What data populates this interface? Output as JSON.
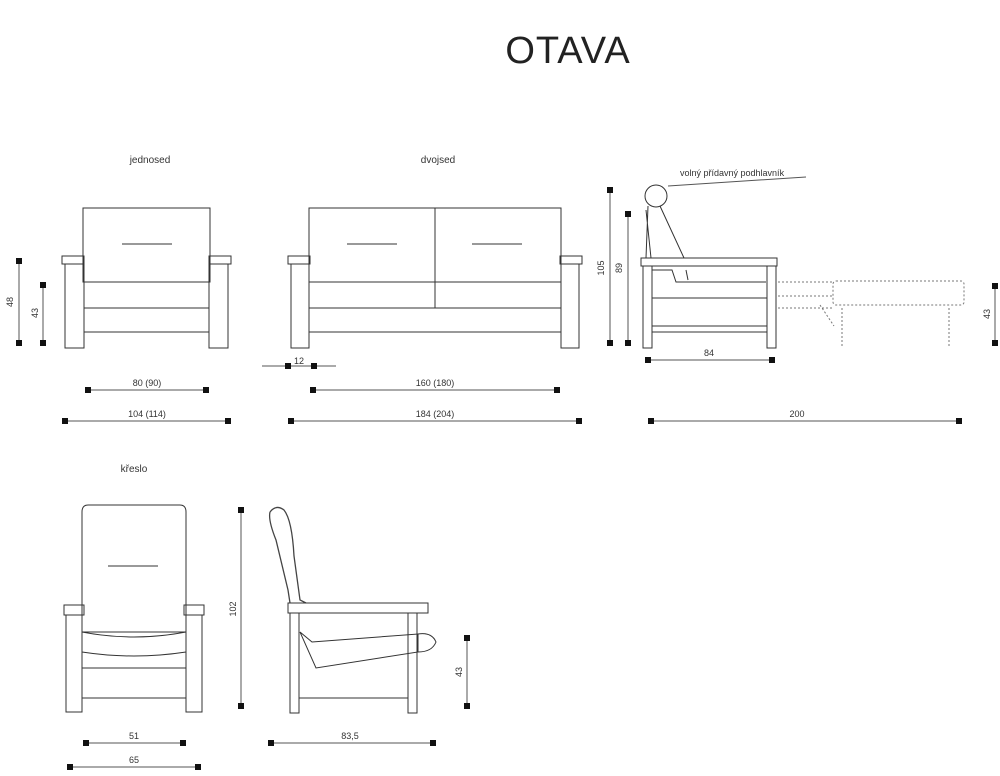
{
  "title": "OTAVA",
  "views": {
    "single": {
      "caption": "jednosed",
      "height_total": "48",
      "seat_height": "43",
      "seat_width": "80 (90)",
      "total_width": "104 (114)"
    },
    "double": {
      "caption": "dvojsed",
      "armrest_width": "12",
      "seat_width": "160 (180)",
      "total_width": "184 (204)"
    },
    "side": {
      "cushion_note": "volný přídavný podhlavník",
      "height_with_headrest": "105",
      "back_height": "89",
      "depth": "84",
      "extended_length": "200",
      "bed_height": "43"
    },
    "armchair": {
      "caption": "křeslo",
      "seat_width": "51",
      "total_width": "65",
      "height": "102",
      "seat_height": "43",
      "depth": "83,5"
    }
  },
  "colors": {
    "line": "#333333",
    "dim": "#555555",
    "marker": "#111111"
  }
}
